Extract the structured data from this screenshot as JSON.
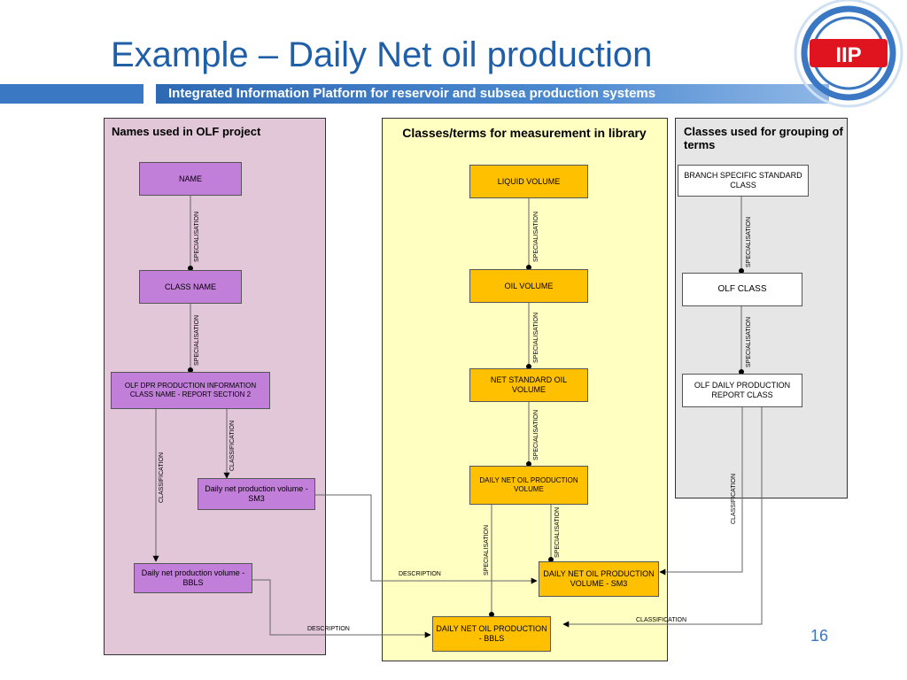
{
  "slide": {
    "title": "Example – Daily Net oil production",
    "subtitle": "Integrated Information Platform for reservoir and subsea production systems",
    "page_number": "16",
    "logo_text": "IIP"
  },
  "panels": {
    "left_title": "Names used in OLF project",
    "mid_title": "Classes/terms for measurement in library",
    "right_title": "Classes used for grouping of terms"
  },
  "boxes": {
    "name": "NAME",
    "class_name": "CLASS NAME",
    "olf_dpr": "OLF DPR PRODUCTION INFORMATION CLASS NAME - REPORT SECTION 2",
    "daily_sm3": "Daily net production volume - SM3",
    "daily_bbls": "Daily net production volume - BBLS",
    "liquid_volume": "LIQUID VOLUME",
    "oil_volume": "OIL VOLUME",
    "net_standard": "NET STANDARD OIL VOLUME",
    "daily_net_oil": "DAILY NET OIL PRODUCTION VOLUME",
    "daily_net_sm3": "DAILY NET OIL PRODUCTION VOLUME - SM3",
    "daily_net_bbls": "DAILY NET OIL PRODUCTION - BBLS",
    "branch_std": "BRANCH SPECIFIC STANDARD CLASS",
    "olf_class": "OLF CLASS",
    "olf_daily_report": "OLF DAILY PRODUCTION REPORT CLASS"
  },
  "relations": {
    "specialisation": "SPECIALISATION",
    "classification": "CLASSIFICATION",
    "description": "DESCRIPTION"
  },
  "colors": {
    "title": "#1f5fa8",
    "purple_box": "#c27fd9",
    "gold_box": "#ffc000",
    "left_panel": "#e2c7d9",
    "mid_panel": "#ffffc2",
    "right_panel": "#e6e6e6"
  }
}
